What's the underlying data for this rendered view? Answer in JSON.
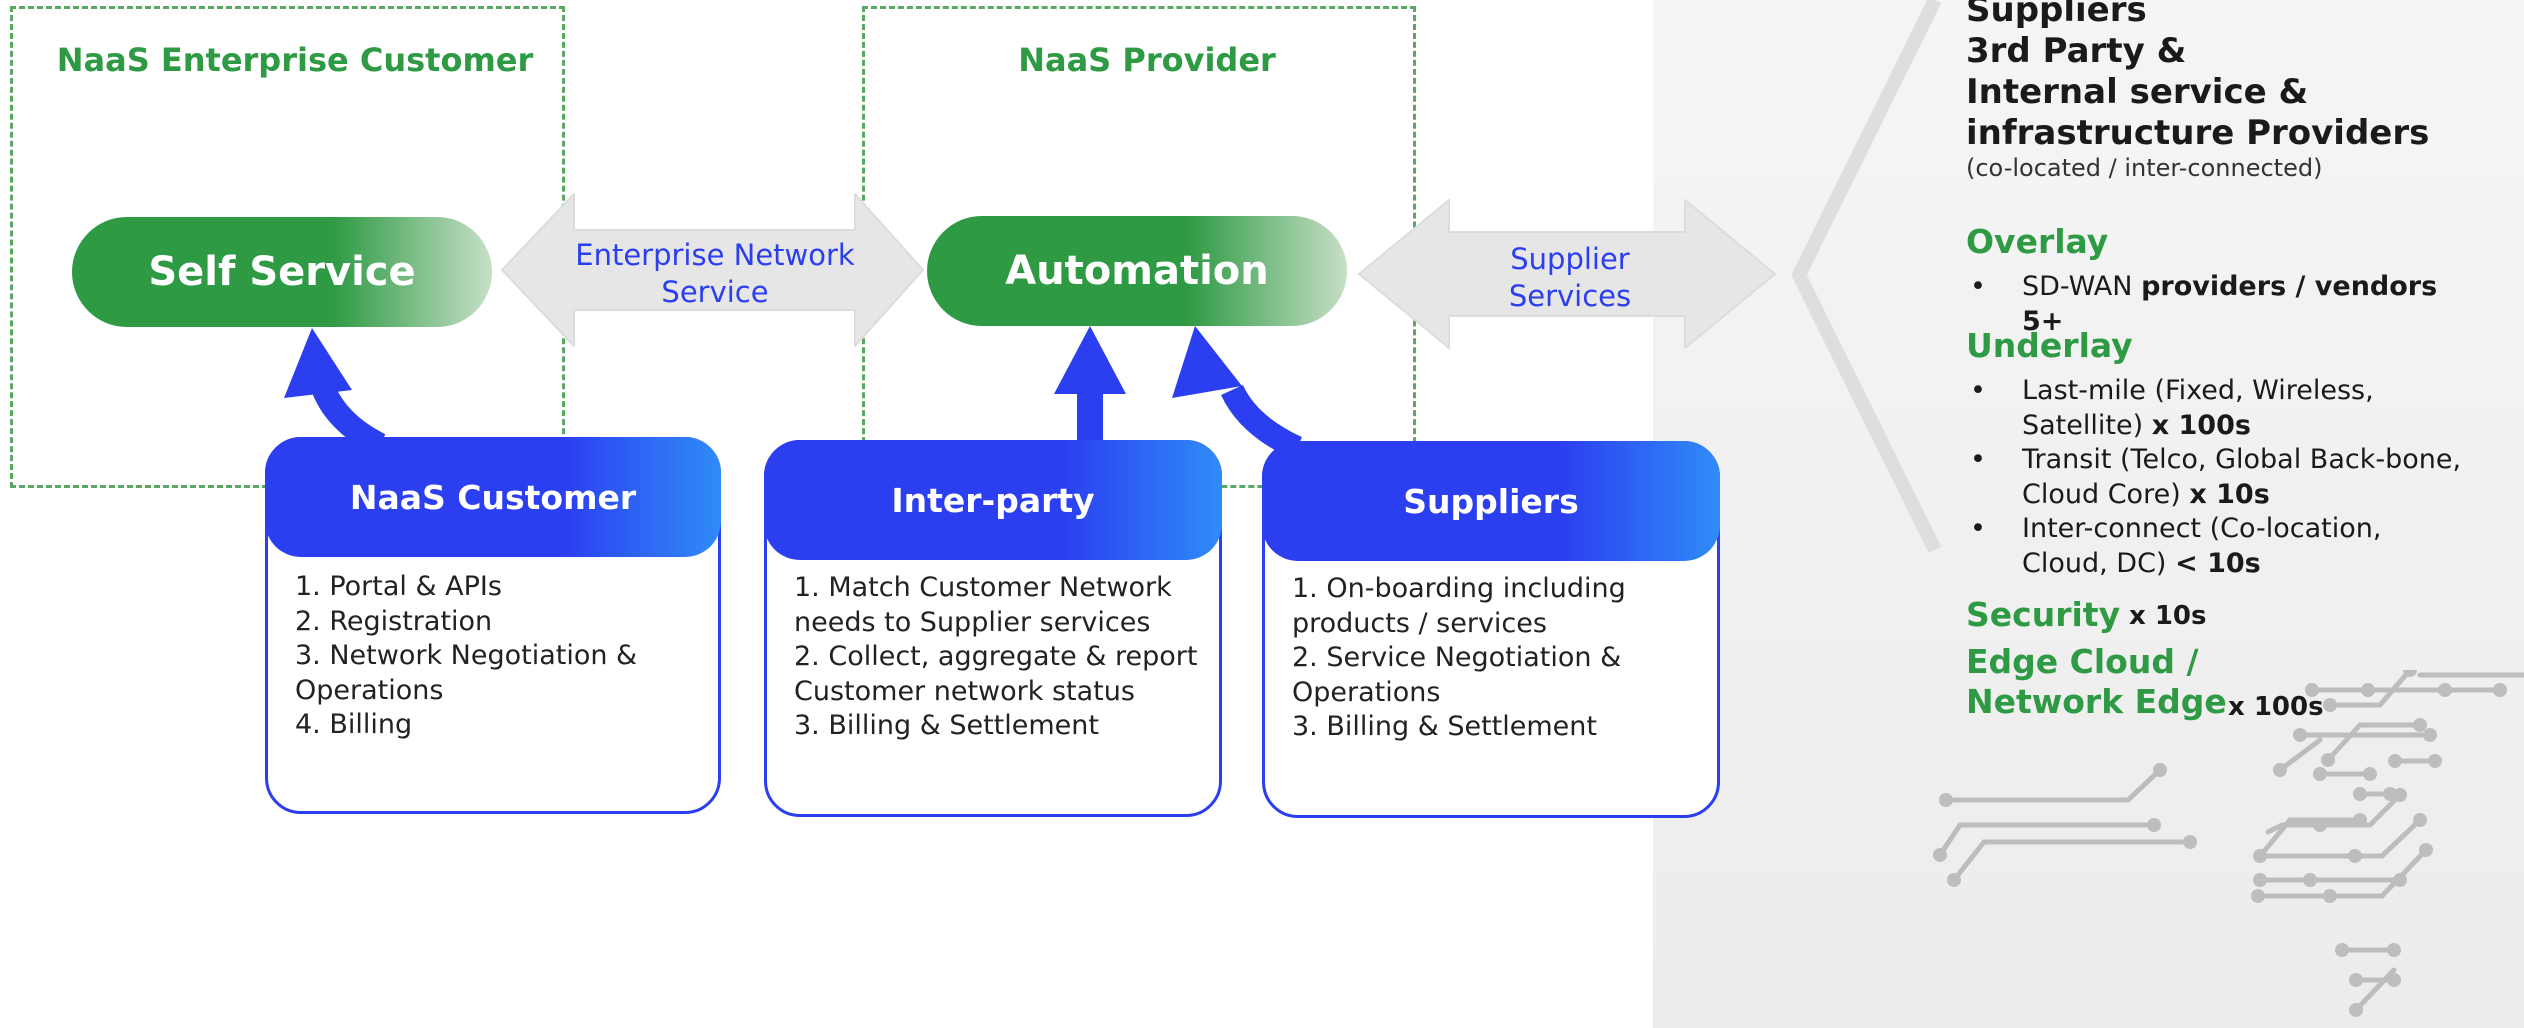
{
  "groups": {
    "customer_title": "NaaS Enterprise Customer",
    "provider_title": "NaaS Provider"
  },
  "pills": {
    "self_service": "Self Service",
    "automation": "Automation"
  },
  "arrows": {
    "enterprise_line1": "Enterprise Network",
    "enterprise_line2": "Service",
    "supplier_line1": "Supplier",
    "supplier_line2": "Services"
  },
  "cards": [
    {
      "title": "NaaS Customer",
      "items": [
        "1. Portal & APIs",
        "2. Registration",
        "3. Network Negotiation & Operations",
        "4. Billing"
      ]
    },
    {
      "title": "Inter-party",
      "items": [
        "1. Match Customer Network needs to Supplier services",
        "2. Collect, aggregate & report Customer network status",
        "3. Billing & Settlement"
      ]
    },
    {
      "title": "Suppliers",
      "items": [
        "1. On-boarding including products / services",
        "2. Service Negotiation & Operations",
        "3. Billing & Settlement"
      ]
    }
  ],
  "right_panel": {
    "heading_lines": [
      "Suppliers",
      "3rd Party &",
      "Internal service &",
      "infrastructure Providers"
    ],
    "subtitle": "(co-located / inter-connected)",
    "overlay": {
      "title": "Overlay",
      "items": [
        {
          "text": "SD-WAN ",
          "bold": "providers / vendors 5+"
        }
      ]
    },
    "underlay": {
      "title": "Underlay",
      "items": [
        {
          "text": "Last-mile (Fixed, Wireless, Satellite) ",
          "bold": "x 100s"
        },
        {
          "text": "Transit (Telco, Global Back-bone, Cloud Core) ",
          "bold": "x 10s"
        },
        {
          "text": "Inter-connect (Co-location, Cloud, DC) ",
          "bold": "< 10s"
        }
      ]
    },
    "security": {
      "title": "Security",
      "mult": "x 10s"
    },
    "edge": {
      "line1": "Edge Cloud /",
      "line2": "Network Edge",
      "mult": "x 100s"
    },
    "bullet": "•"
  },
  "colors": {
    "green": "#2e9a44",
    "blue": "#2b3ef0",
    "arrow_grey": "#e6e6e6",
    "circuit_grey": "#bdbdbd"
  }
}
